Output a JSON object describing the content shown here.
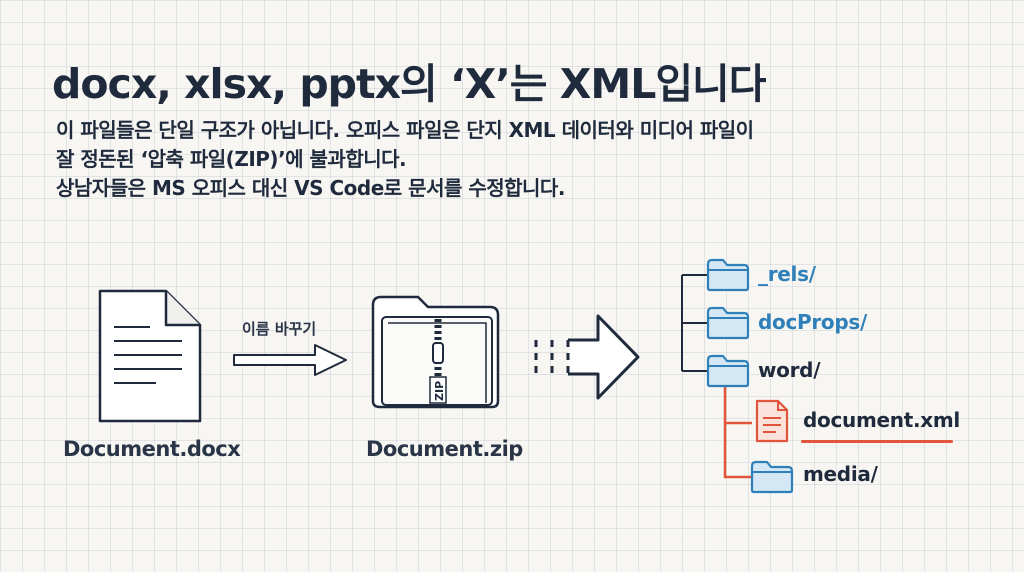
{
  "title": "docx, xlsx, pptx의 ‘X’는 XML입니다",
  "description": [
    "이 파일들은 단일 구조가 아닙니다. 오피스 파일은 단지 XML 데이터와 미디어 파일이",
    "잘 정돈된 ‘압축 파일(ZIP)’에 불과합니다.",
    "상남자들은 MS 오피스 대신 VS Code로 문서를 수정합니다."
  ],
  "flow": {
    "source_file": "Document.docx",
    "rename_action": "이름 바꾸기",
    "zip_file": "Document.zip",
    "zip_tag": "ZIP"
  },
  "tree": {
    "items": [
      "_rels/",
      "docProps/",
      "word/"
    ],
    "children": [
      "document.xml",
      "media/"
    ]
  },
  "colors": {
    "ink": "#1f2b3d",
    "folder_blue": "#2f7fb8",
    "highlight_red": "#e0553b"
  }
}
